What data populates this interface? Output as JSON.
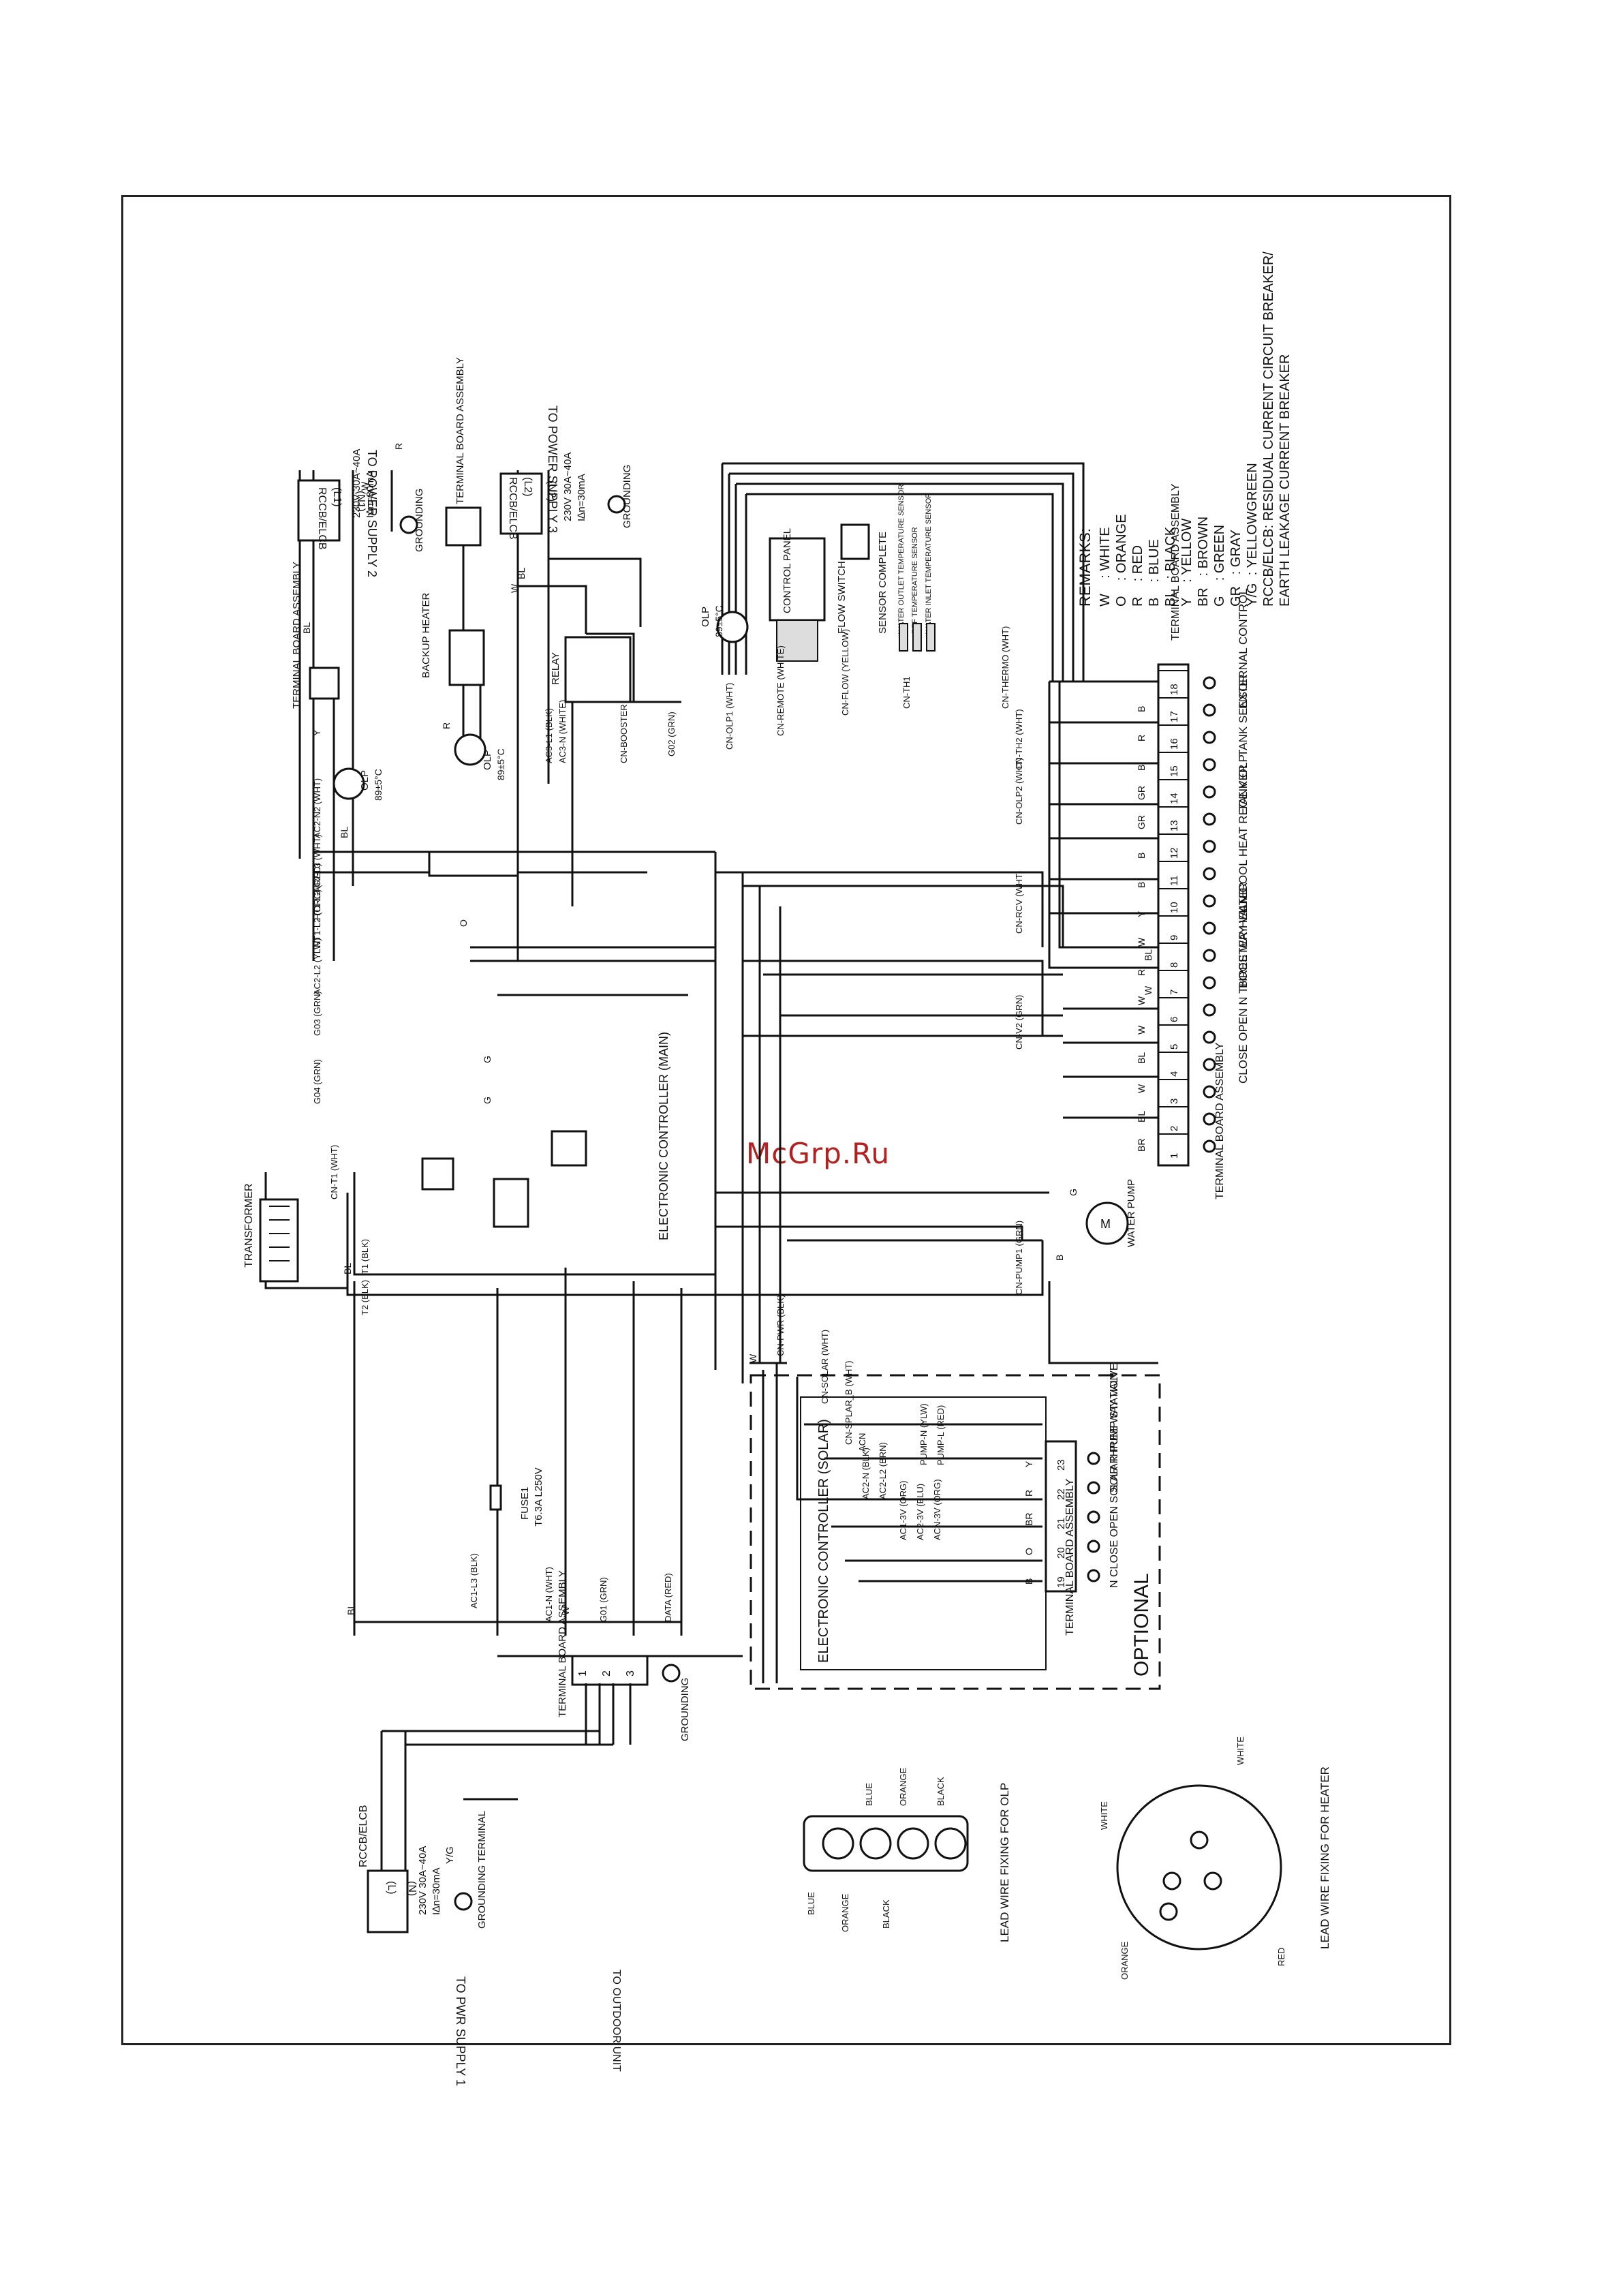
{
  "watermark": "McGrp.Ru",
  "remarks": {
    "title": "REMARKS:",
    "items": [
      "W    : WHITE",
      "O    : ORANGE",
      "R    : RED",
      "B    : BLUE",
      "BL   : BLACK",
      "Y    : YELLOW",
      "BR   : BROWN",
      "G    : GREEN",
      "GR   : GRAY",
      "Y/G  : YELLOWGREEN",
      "RCCB/ELCB: RESIDUAL CURRENT CIRCUIT BREAKER/",
      "EARTH LEAKAGE CURRENT BREAKER"
    ]
  },
  "supplies": {
    "ps2_title": "TO POWER SUPPLY 2",
    "ps3_title": "TO POWER SUPPLY 3",
    "ps1_title": "TO PWR SUPPLY 1",
    "outdoor": "TO OUTDOOR UNIT",
    "rccb": "RCCB/ELCB",
    "rating": "230V 30A~40A",
    "rating_ma": "I∆n=30mA",
    "grounding": "GROUNDING",
    "grounding_terminal": "GROUNDING TERMINAL",
    "l1": "(L1)",
    "n1": "(N1)",
    "l2": "(L2)",
    "n2": "(N2)",
    "l": "(L)",
    "n": "(N)",
    "yg": "Y/G"
  },
  "components": {
    "terminal_board": "TERMINAL BOARD ASSEMBLY",
    "backup_heater": "BACKUP HEATER",
    "olp": "OLP",
    "olp_temp": "89±5°C",
    "relay": "RELAY",
    "transformer": "TRANSFORMER",
    "control_panel": "CONTROL PANEL",
    "flow_switch": "FLOW SWITCH",
    "sensor_complete": "SENSOR COMPLETE",
    "sensor_1": "WATER OUTLET TEMPERATURE SENSOR",
    "sensor_2": "REF TEMPERATURE SENSOR",
    "sensor_3": "WATER INLET TEMPERATURE SENSOR",
    "main_controller": "ELECTRONIC CONTROLLER (MAIN)",
    "solar_controller": "ELECTRONIC CONTROLLER (SOLAR)",
    "water_pump": "WATER PUMP",
    "fuse": "FUSE1",
    "fuse_rating": "T6.3A L250V",
    "optional": "OPTIONAL"
  },
  "connectors": [
    "CN-T1 (WHT)",
    "G04 (GRN)",
    "G03 (GRN)",
    "AC2-L2 (YLW)",
    "HT1-L2 (ORG)",
    "HT1-L3 (RED)",
    "AC2-L3 (WHT)",
    "AC2-N2 (WHT)",
    "AC3-L1 (BLK)",
    "AC3-N (WHITE)",
    "CN-BOOSTER",
    "G02 (GRN)",
    "CN-OLP1 (WHT)",
    "CN-REMOTE (WHITE)",
    "CN-FLOW (YELLOW)",
    "CN-TH1",
    "CN-THERMO (WHT)",
    "CN-TH2 (WHT)",
    "CN-OLP2 (WHT)",
    "CN-RCV (WHT)",
    "CN-V2 (GRN)",
    "CN-PUMP1 (GRN)",
    "CN-PWR (BLK)",
    "CN-SOLAR (WHT)",
    "T1 (BLK)",
    "T2 (BLK)",
    "AC1-L3 (BLK)",
    "AC1-N (WHT)",
    "G01 (GRN)",
    "DATA (RED)",
    "CN-SPLAR_B (WHT)",
    "ACN",
    "PUMP-N (YLW)",
    "PUMP-L (RED)",
    "AC2-N (BLK)",
    "AC2-L2 (BRN)",
    "AC1-3V (ORG)",
    "AC2-3V (BLU)",
    "ACN-3V (ORG)"
  ],
  "terminal_blocks": {
    "right_numbers": [
      "1",
      "2",
      "3",
      "4",
      "5",
      "6",
      "7",
      "8",
      "9",
      "10",
      "11",
      "12",
      "13",
      "14",
      "15",
      "16",
      "17",
      "18"
    ],
    "right_groups": [
      "CLOSE OPEN  N  THREE WAY VALVE",
      "BOOSTER HEATER",
      "L  N  COOL HEAT  RECEIVER",
      "TANK OLP",
      "TANK SENSOR",
      "EXTERNAL CONTROL"
    ],
    "right_colors": [
      "BR",
      "BL",
      "W",
      "BL",
      "W",
      "W",
      "R",
      "W",
      "Y",
      "B",
      "B",
      "GR",
      "GR",
      "B",
      "R",
      "B"
    ],
    "solar_numbers": [
      "19",
      "20",
      "21",
      "22",
      "23"
    ],
    "solar_colors": [
      "B",
      "O",
      "BR",
      "R",
      "Y"
    ],
    "solar_groups": [
      "N CLOSE OPEN  SOLAR THREE WAY VALVE",
      "SOLAR PUMP STATION"
    ],
    "supply_numbers": [
      "1",
      "2",
      "3"
    ]
  },
  "wire_colors": {
    "bl": "BL",
    "w": "W",
    "r": "R",
    "y": "Y",
    "o": "O",
    "g": "G",
    "b": "B"
  },
  "olp_fixing": {
    "title": "LEAD WIRE FIXING FOR OLP",
    "labels": [
      "BLUE",
      "ORANGE",
      "BLACK",
      "BLUE",
      "ORANGE",
      "BLACK"
    ]
  },
  "heater_fixing": {
    "title": "LEAD WIRE FIXING FOR HEATER",
    "labels": [
      "WHITE",
      "WHITE",
      "ORANGE",
      "RED"
    ]
  }
}
